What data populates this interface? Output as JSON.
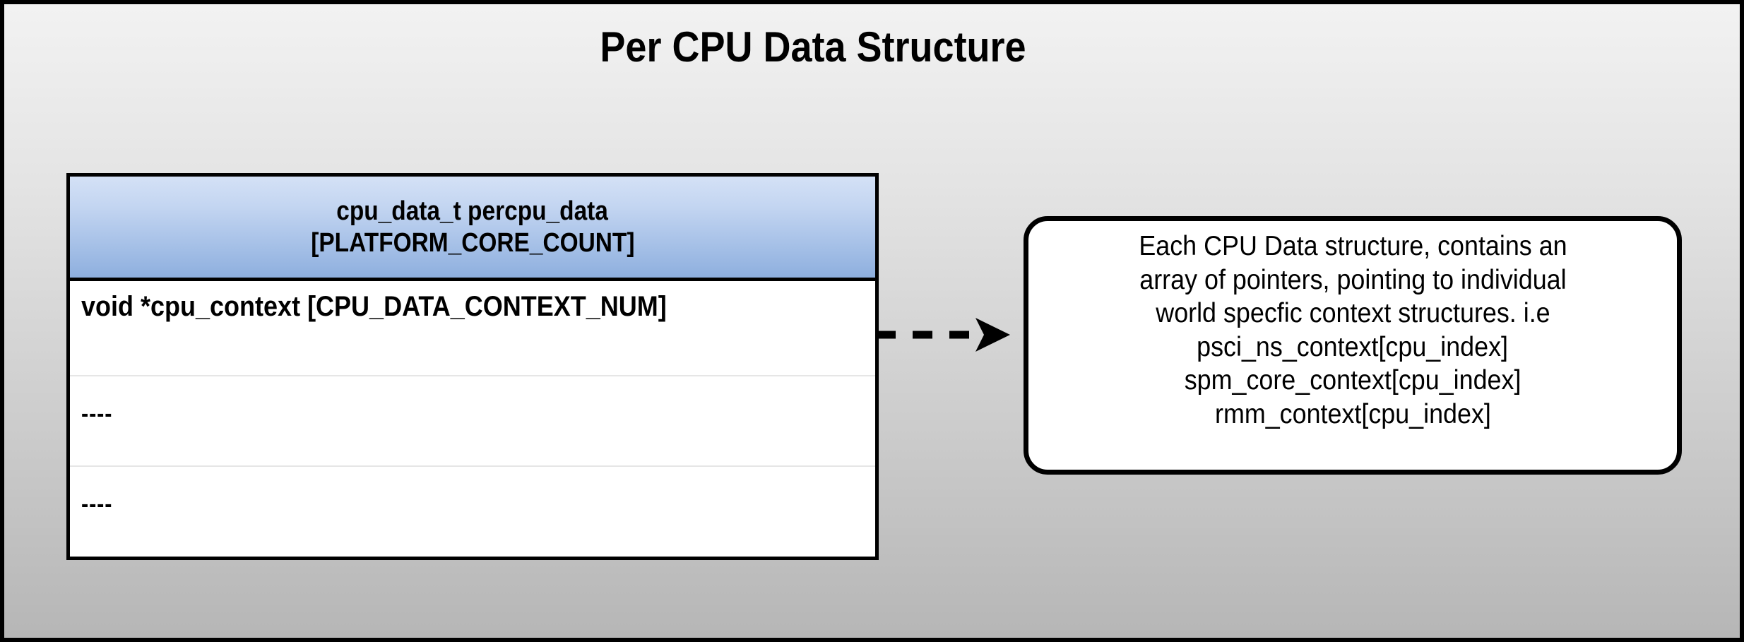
{
  "diagram": {
    "title": "Per CPU Data Structure",
    "background_top_color": "#f2f2f2",
    "background_bottom_color": "#b6b6b6",
    "border_color": "#000000"
  },
  "struct_table": {
    "header_lines": [
      "cpu_data_t percpu_data",
      "[PLATFORM_CORE_COUNT]"
    ],
    "header_gradient_top": "#d4e1f6",
    "header_gradient_bottom": "#8eafde",
    "rows": [
      {
        "text": "void *cpu_context [CPU_DATA_CONTEXT_NUM]"
      },
      {
        "text": "----"
      },
      {
        "text": "----"
      }
    ]
  },
  "connector": {
    "style": "dashed",
    "arrowhead": "solid-filled",
    "color": "#000000"
  },
  "note": {
    "lines": [
      "Each CPU Data structure, contains an",
      "array of pointers, pointing to individual",
      "world specfic context structures. i.e",
      "psci_ns_context[cpu_index]",
      "spm_core_context[cpu_index]",
      "rmm_context[cpu_index]"
    ]
  }
}
